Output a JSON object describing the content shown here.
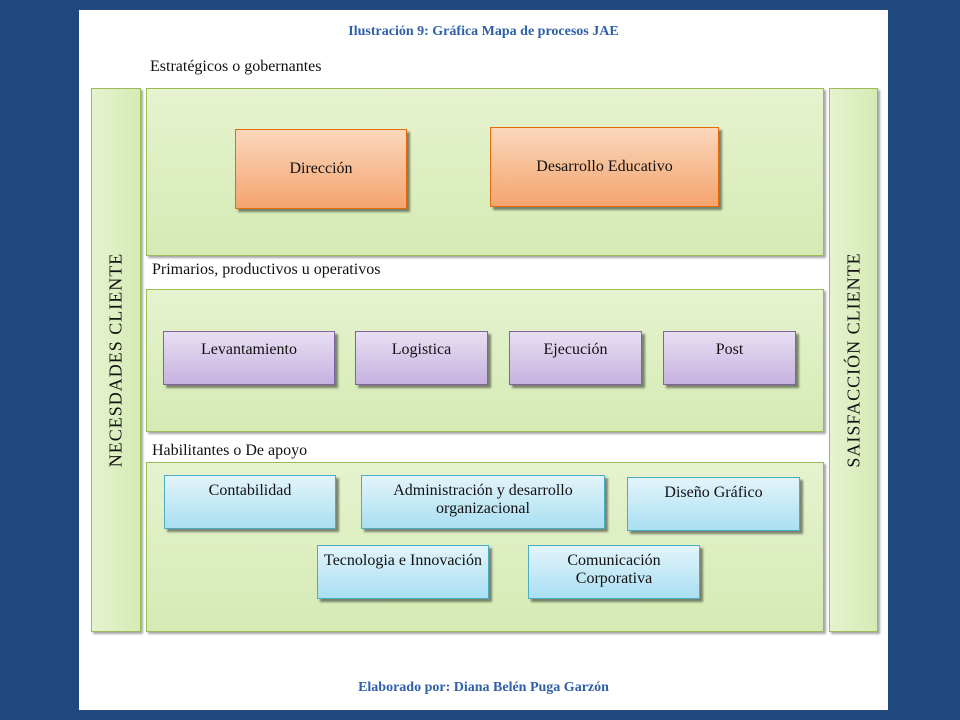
{
  "caption": "Ilustración 9: Gráfica Mapa de procesos JAE",
  "footer": "Elaborado por: Diana Belén Puga Garzón",
  "left_side": "NECESDADES CLIENTE",
  "right_side": "SAISFACCIÓN CLIENTE",
  "sections": {
    "strategic": {
      "title": "Estratégicos o gobernantes",
      "boxes": [
        "Dirección",
        "Desarrollo Educativo"
      ]
    },
    "primary": {
      "title": "Primarios, productivos u operativos",
      "boxes": [
        "Levantamiento",
        "Logistica",
        "Ejecución",
        "Post"
      ]
    },
    "support": {
      "title": "Habilitantes o De apoyo",
      "boxes": [
        "Contabilidad",
        "Administración y desarrollo organizacional",
        "Diseño Gráfico",
        "Tecnologia e Innovación",
        "Comunicación Corporativa"
      ]
    }
  },
  "colors": {
    "background": "#1f497d",
    "caption": "#2e5fa8",
    "green_panel": "#d5eab4",
    "orange_box": "#f4a46f",
    "purple_box": "#c6b2e0",
    "blue_box": "#a9dff2"
  }
}
